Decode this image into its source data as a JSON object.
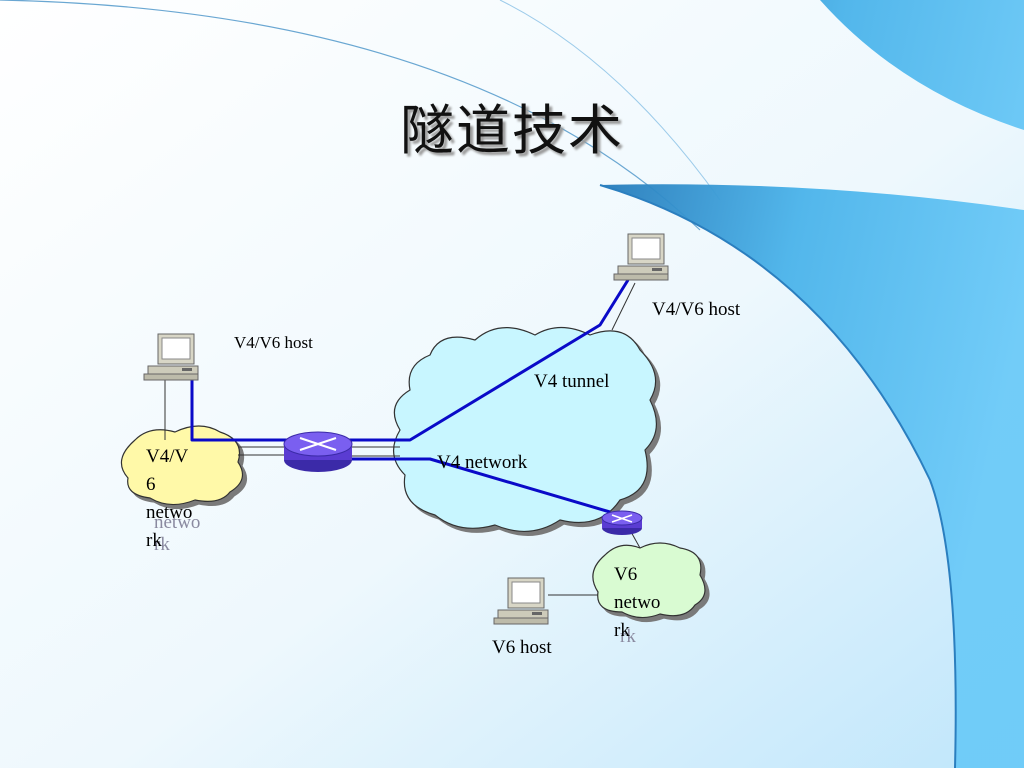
{
  "title": "隧道技术",
  "labels": {
    "host_left": "V4/V6 host",
    "host_right": "V4/V6 host",
    "host_v6": "V6 host",
    "tunnel": "V4 tunnel",
    "v4_network": "V4 network",
    "v4v6_network": "V4/V\n6\nnetwo\nrk",
    "v4v6_network_ghost": "netwo\nrk",
    "v6_network": "V6\nnetwo\nrk",
    "v6_network_ghost": "rk"
  },
  "colors": {
    "background_gradient": [
      "#ffffff",
      "#c7eafb"
    ],
    "tunnel_line": "#0a0ac8",
    "router_body": "#5a3cd2",
    "cloud_v4": "#c8f6ff",
    "cloud_v4v6": "#fff9a8",
    "cloud_v6": "#d9fbd2",
    "corner_arc": "#4a9fd8"
  }
}
